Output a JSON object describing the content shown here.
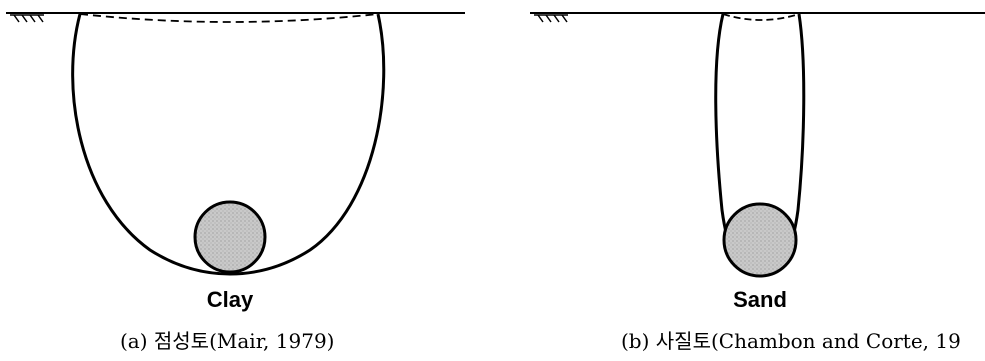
{
  "panels": {
    "a": {
      "label": "Clay",
      "caption": "(a) 점성토(Mair, 1979)"
    },
    "b": {
      "label": "Sand",
      "caption": "(b) 사질토(Chambon and Corte, 19"
    }
  },
  "colors": {
    "outline": "#000000",
    "tunnel_fill": "#c9c9c9",
    "tunnel_stipple": "#8a8a8a"
  },
  "icons": {
    "ground_hatch": "ground-surface-hatch-icon"
  }
}
